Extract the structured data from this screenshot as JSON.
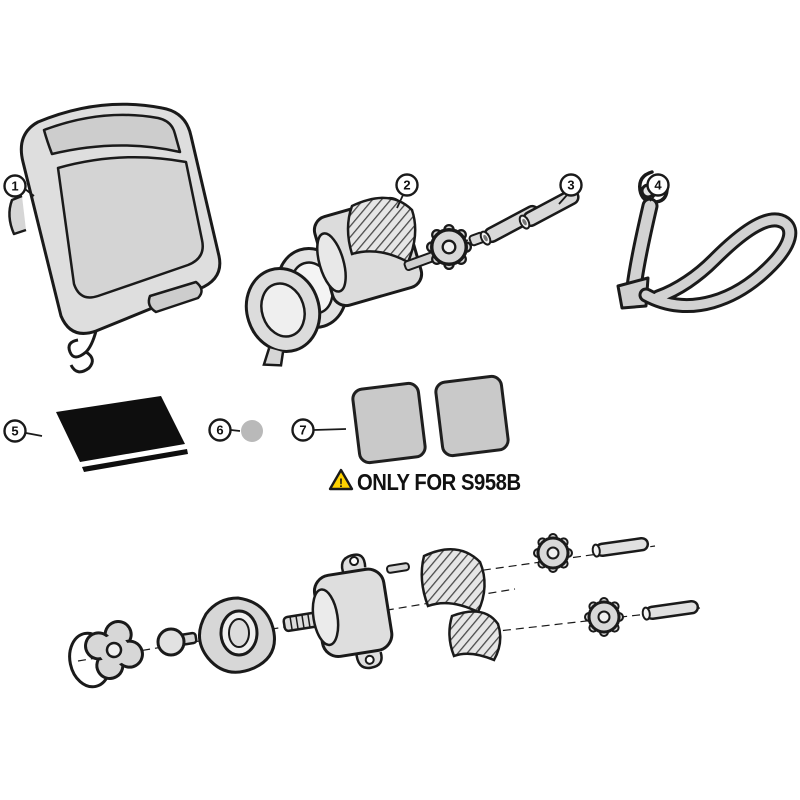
{
  "diagram": {
    "kind": "exploded-parts-diagram"
  },
  "callouts": [
    {
      "label": "1"
    },
    {
      "label": "2"
    },
    {
      "label": "3"
    },
    {
      "label": "4"
    },
    {
      "label": "5"
    },
    {
      "label": "6"
    },
    {
      "label": "7"
    }
  ],
  "warning": {
    "icon_glyph": "!",
    "text": "ONLY FOR S958B"
  },
  "colors": {
    "line": "#1a1a1a",
    "fill_light": "#dedede",
    "fill_mid": "#c9c9c9",
    "pad_black": "#0e0e0e",
    "warning_yellow": "#ffd200",
    "background": "#ffffff"
  }
}
